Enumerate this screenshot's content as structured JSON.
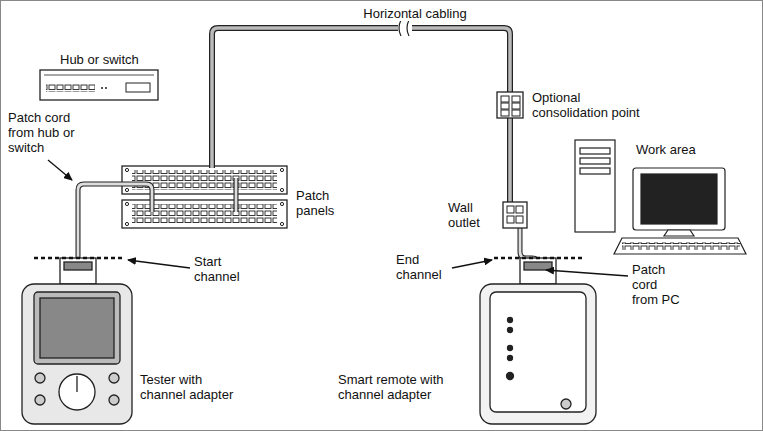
{
  "diagram": {
    "labels": [
      "Horizontal cabling",
      "Hub or switch",
      "Patch cord from hub or switch",
      "Optional consolidation point",
      "Work area",
      "Patch panels",
      "Wall outlet",
      "Start channel",
      "End channel",
      "Patch cord from PC",
      "Tester with channel adapter",
      "Smart remote with channel adapter"
    ]
  }
}
